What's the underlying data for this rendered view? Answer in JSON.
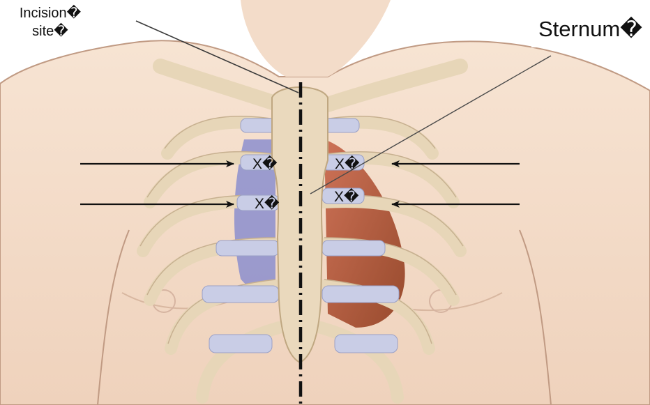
{
  "labels": {
    "incision_line1": "Incision�",
    "incision_line2": "site�",
    "sternum": "Sternum�",
    "marker_upper_left": "X�",
    "marker_upper_right": "X�",
    "marker_lower_left": "X�",
    "marker_lower_right": "X�"
  },
  "colors": {
    "skin": "#f3dcc9",
    "skin_outline": "#c09a83",
    "rib": "#e7d6b8",
    "cartilage": "#c9cde6",
    "vein": "#6b72c8",
    "muscle": "#b4502c",
    "incision_line": "#111111",
    "arrow": "#111111"
  },
  "icons": [
    "arrow-right-icon",
    "arrow-left-icon"
  ]
}
